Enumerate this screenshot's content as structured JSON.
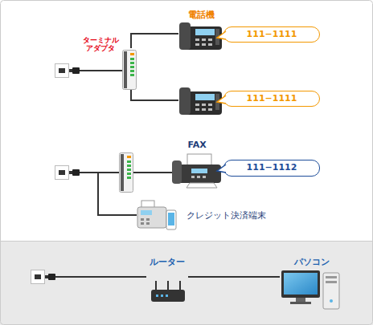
{
  "diagram": {
    "nodes": [
      {
        "text": [
          "ターミナル アダプタ"
        ]
      },
      {
        "text": [
          "電話機"
        ]
      },
      {
        "text": [
          "111−1111"
        ]
      },
      {
        "text": [
          "111−1111"
        ]
      },
      {
        "text": [
          "FAX"
        ]
      },
      {
        "text": [
          "111−1112"
        ]
      },
      {
        "text": [
          "クレジット決済端末"
        ]
      },
      {
        "text": [
          "ルーター"
        ]
      },
      {
        "text": [
          "パソコン"
        ]
      }
    ],
    "edges": [
      {
        "from": 0,
        "to": 1,
        "arrow": "none"
      },
      {
        "from": 7,
        "to": 8,
        "arrow": "none"
      }
    ]
  }
}
